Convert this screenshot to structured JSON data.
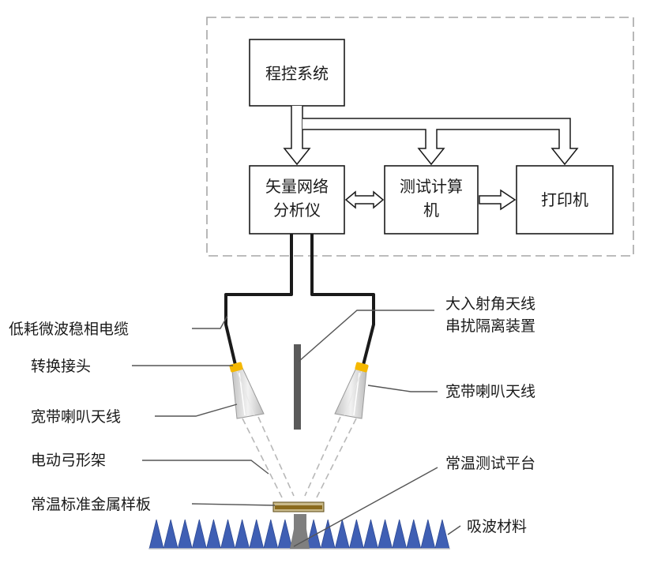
{
  "boxes": {
    "program_control": "程控系统",
    "vna_line1": "矢量网络",
    "vna_line2": "分析仪",
    "computer_line1": "测试计算",
    "computer_line2": "机",
    "printer": "打印机"
  },
  "labels": {
    "cable": "低耗微波稳相电缆",
    "adapter": "转换接头",
    "horn_left": "宽带喇叭天线",
    "arch": "电动弓形架",
    "sample": "常温标准金属样板",
    "isolator_line1": "大入射角天线",
    "isolator_line2": "串扰隔离装置",
    "horn_right": "宽带喇叭天线",
    "platform": "常温测试平台",
    "absorber": "吸波材料"
  },
  "colors": {
    "line": "#1a1a1a",
    "dashed_frame": "#a6a6a6",
    "adapter": "#f5b800",
    "absorber": "#3f5fb4",
    "sample": "#8a6a1c",
    "isolator": "#5a5a5a",
    "horn": "#d9d9d9"
  }
}
